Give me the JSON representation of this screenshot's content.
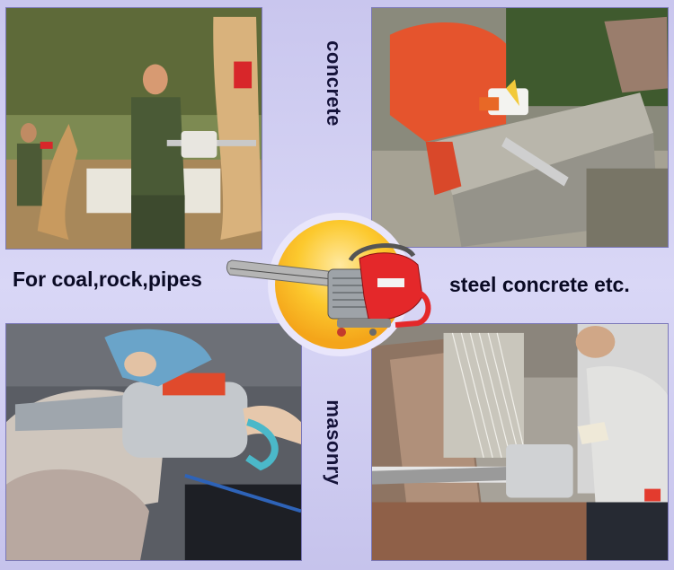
{
  "labels": {
    "top_vertical": "concrete",
    "bottom_vertical": "masonry",
    "left_caption": "For coal,rock,pipes",
    "right_caption": "steel concrete etc."
  },
  "colors": {
    "background": "#cfcdf3",
    "disc_yellow": "#fcc92e",
    "saw_red": "#e4282a",
    "text_dark": "#15133a"
  }
}
